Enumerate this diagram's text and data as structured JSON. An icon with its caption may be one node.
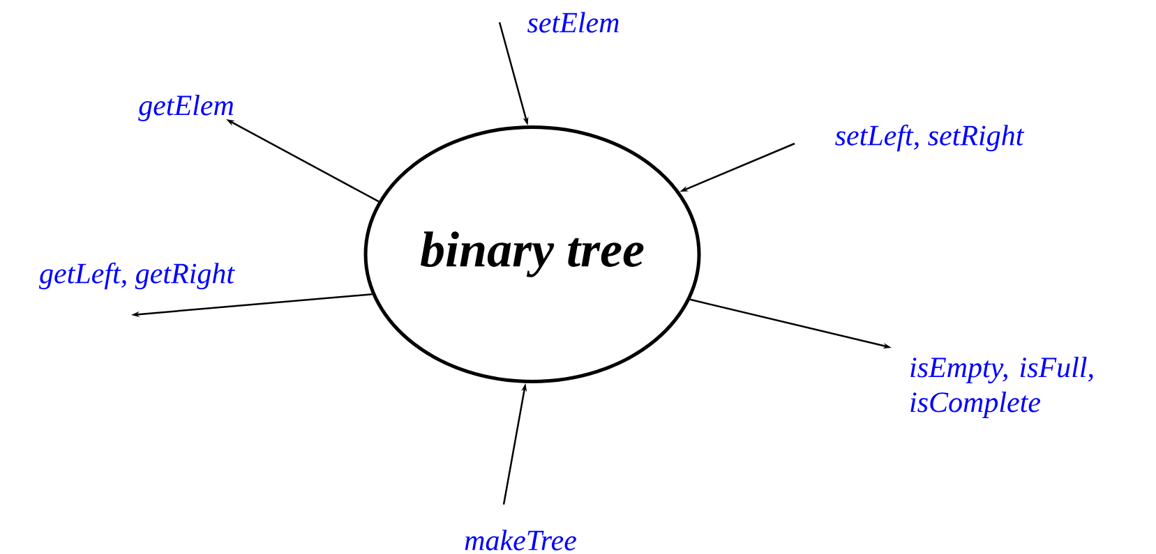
{
  "diagram": {
    "nodes": [
      {
        "text": [
          "binary tree"
        ]
      },
      {
        "text": [
          "setElem"
        ]
      },
      {
        "text": [
          "getElem"
        ]
      },
      {
        "text": [
          "setLeft, setRight"
        ]
      },
      {
        "text": [
          "getLeft, getRight"
        ]
      },
      {
        "text": [
          "isEmpty, isFull, isComplete"
        ]
      },
      {
        "text": [
          "makeTree"
        ]
      }
    ],
    "edges": [
      {
        "from": 1,
        "to": 0,
        "arrow": "to"
      },
      {
        "from": 0,
        "to": 2,
        "arrow": "to"
      },
      {
        "from": 3,
        "to": 0,
        "arrow": "to"
      },
      {
        "from": 0,
        "to": 4,
        "arrow": "to"
      },
      {
        "from": 0,
        "to": 5,
        "arrow": "to"
      },
      {
        "from": 6,
        "to": 0,
        "arrow": "to"
      }
    ]
  }
}
